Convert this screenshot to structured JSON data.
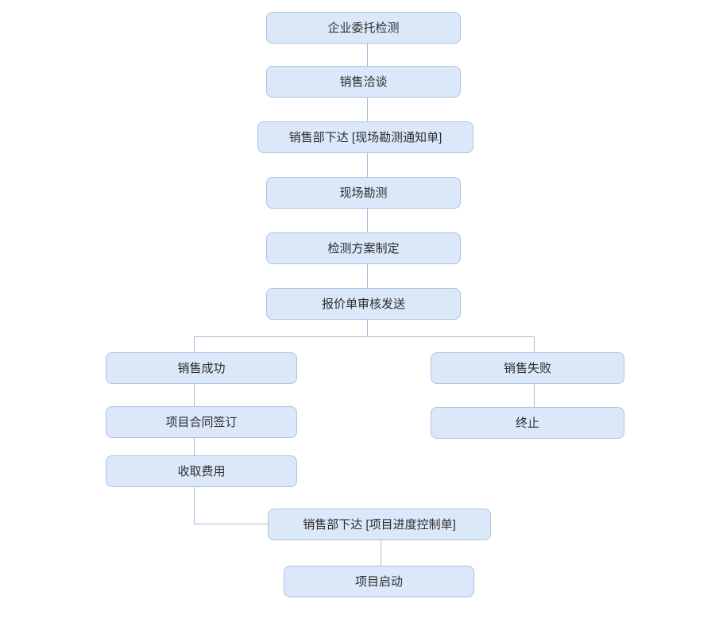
{
  "theme": {
    "canvas_bg": "#ffffff",
    "node_fill": "#dbe8fa",
    "node_border": "#b1c3da",
    "connector_color": "#a7bed9",
    "text_color": "#2d2d2d"
  },
  "diagram": {
    "type": "flowchart",
    "language": "zh-CN",
    "nodes": [
      {
        "id": "enterprise-commission",
        "label": "企业委托检测"
      },
      {
        "id": "sales-negotiation",
        "label": "销售洽谈"
      },
      {
        "id": "issue-survey-notice",
        "label": "销售部下达 [现场勘测通知单]"
      },
      {
        "id": "site-survey",
        "label": "现场勘测"
      },
      {
        "id": "test-plan-formulation",
        "label": "检测方案制定"
      },
      {
        "id": "quotation-review-send",
        "label": "报价单审核发送"
      },
      {
        "id": "sales-success",
        "label": "销售成功"
      },
      {
        "id": "sales-failure",
        "label": "销售失败"
      },
      {
        "id": "contract-signing",
        "label": "项目合同签订"
      },
      {
        "id": "terminate",
        "label": "终止"
      },
      {
        "id": "fee-collection",
        "label": "收取费用"
      },
      {
        "id": "issue-progress-control",
        "label": "销售部下达 [项目进度控制单]"
      },
      {
        "id": "project-launch",
        "label": "项目启动"
      }
    ],
    "edges": [
      {
        "from": "enterprise-commission",
        "to": "sales-negotiation"
      },
      {
        "from": "sales-negotiation",
        "to": "issue-survey-notice"
      },
      {
        "from": "issue-survey-notice",
        "to": "site-survey"
      },
      {
        "from": "site-survey",
        "to": "test-plan-formulation"
      },
      {
        "from": "test-plan-formulation",
        "to": "quotation-review-send"
      },
      {
        "from": "quotation-review-send",
        "to": "sales-success"
      },
      {
        "from": "quotation-review-send",
        "to": "sales-failure"
      },
      {
        "from": "sales-success",
        "to": "contract-signing"
      },
      {
        "from": "sales-failure",
        "to": "terminate"
      },
      {
        "from": "contract-signing",
        "to": "fee-collection"
      },
      {
        "from": "fee-collection",
        "to": "issue-progress-control"
      },
      {
        "from": "issue-progress-control",
        "to": "project-launch"
      }
    ]
  }
}
